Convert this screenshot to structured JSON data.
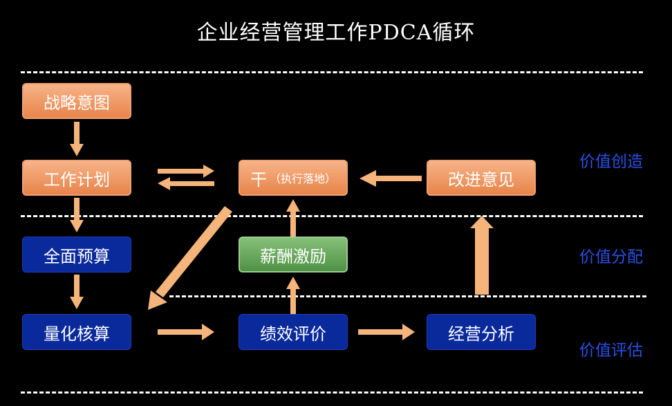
{
  "title": "企业经营管理工作PDCA循环",
  "boxes": {
    "strategy": "战略意图",
    "work_plan": "工作计划",
    "execute_main": "干",
    "execute_sub": "（执行落地）",
    "improve": "改进意见",
    "budget": "全面预算",
    "incentive": "薪酬激励",
    "accounting": "量化核算",
    "performance": "绩效评价",
    "analysis": "经营分析"
  },
  "levels": {
    "create": "价值创造",
    "distribute": "价值分配",
    "evaluate": "价值评估"
  },
  "colors": {
    "orange": "#ee9a62",
    "blue": "#0a2a9c",
    "green": "#6aa85e",
    "arrow": "#f4b47a",
    "level_text": "#2a50e8"
  }
}
